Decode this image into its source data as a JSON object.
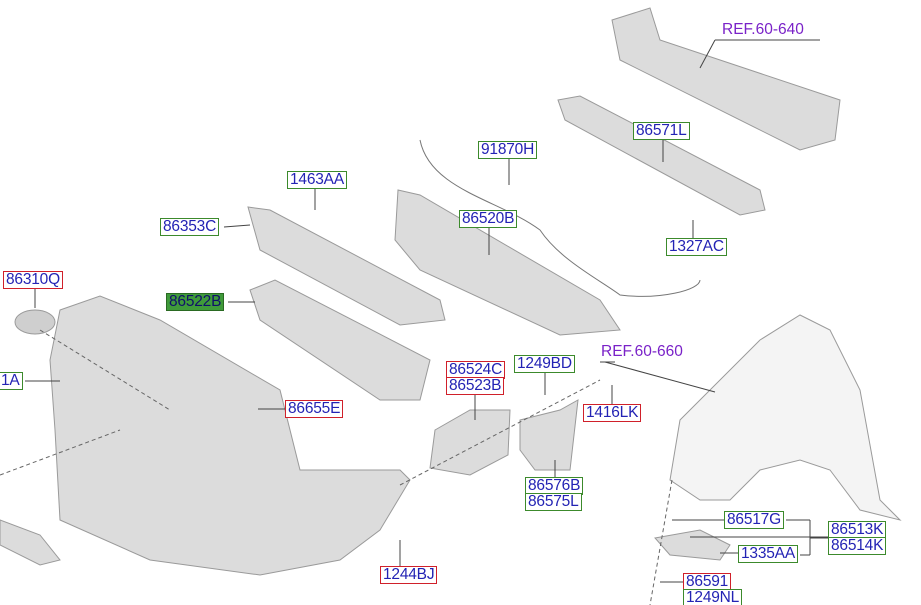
{
  "references": [
    {
      "id": "ref-60-640",
      "text": "REF.60-640"
    },
    {
      "id": "ref-60-660",
      "text": "REF.60-660"
    }
  ],
  "part_labels": {
    "p86571L": "86571L",
    "p91870H": "91870H",
    "p1463AA": "1463AA",
    "p86353C": "86353C",
    "p86520B": "86520B",
    "p1327AC": "1327AC",
    "p86310Q": "86310Q",
    "p86522B": "86522B",
    "p1A": "1A",
    "p86524C": "86524C",
    "p86523B": "86523B",
    "p1249BD": "1249BD",
    "p86655E": "86655E",
    "p1416LK": "1416LK",
    "p86576B": "86576B",
    "p86575L": "86575L",
    "p86517G": "86517G",
    "p86513K": "86513K",
    "p86514K": "86514K",
    "p1335AA": "1335AA",
    "p1244BJ": "1244BJ",
    "p86591": "86591",
    "p1249NL": "1249NL"
  },
  "colors": {
    "label_text": "#2323b4",
    "green_box": "#3c8a2c",
    "red_box": "#d0202a",
    "highlight": "#3f9a3a",
    "reference": "#7a22c8",
    "part_fill": "#d9d9d9"
  }
}
